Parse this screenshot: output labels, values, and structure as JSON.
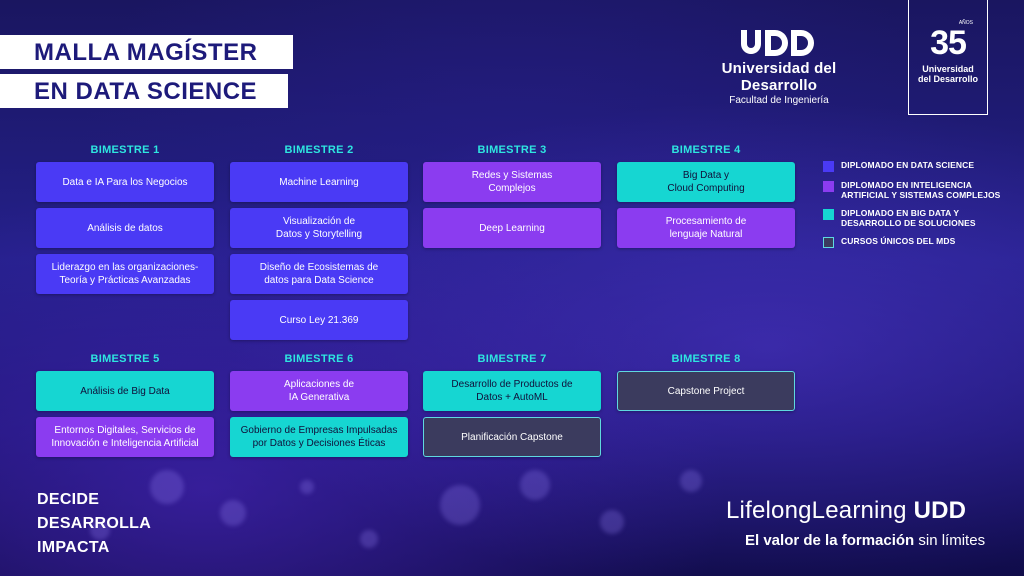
{
  "header": {
    "title_line1": "MALLA MAGÍSTER",
    "title_line2": "EN DATA SCIENCE",
    "university": "Universidad del Desarrollo",
    "faculty": "Facultad de Ingeniería",
    "anniversary_number": "35",
    "anniversary_sub": "AÑOS",
    "anniversary_name_line1": "Universidad",
    "anniversary_name_line2": "del Desarrollo"
  },
  "bimestres": [
    {
      "label": "BIMESTRE 1",
      "courses": [
        {
          "line1": "Data e IA Para los Negocios",
          "line2": "",
          "type": "blue"
        },
        {
          "line1": "Análisis de datos",
          "line2": "",
          "type": "blue"
        },
        {
          "line1": "Liderazgo en las organizaciones-",
          "line2": "Teoría y Prácticas Avanzadas",
          "type": "blue"
        }
      ]
    },
    {
      "label": "BIMESTRE 2",
      "courses": [
        {
          "line1": "Machine Learning",
          "line2": "",
          "type": "blue"
        },
        {
          "line1": "Visualización de",
          "line2": "Datos y Storytelling",
          "type": "blue"
        },
        {
          "line1": "Diseño de Ecosistemas de",
          "line2": "datos para Data Science",
          "type": "blue"
        },
        {
          "line1": "Curso Ley 21.369",
          "line2": "",
          "type": "blue"
        }
      ]
    },
    {
      "label": "BIMESTRE 3",
      "courses": [
        {
          "line1": "Redes y Sistemas",
          "line2": "Complejos",
          "type": "purple"
        },
        {
          "line1": "Deep Learning",
          "line2": "",
          "type": "purple"
        }
      ]
    },
    {
      "label": "BIMESTRE 4",
      "courses": [
        {
          "line1": "Big Data y",
          "line2": "Cloud Computing",
          "type": "teal"
        },
        {
          "line1": "Procesamiento de",
          "line2": "lenguaje Natural",
          "type": "purple"
        }
      ]
    },
    {
      "label": "BIMESTRE 5",
      "courses": [
        {
          "line1": "Análisis de Big Data",
          "line2": "",
          "type": "teal"
        },
        {
          "line1": "Entornos Digitales, Servicios de",
          "line2": "Innovación e Inteligencia Artificial",
          "type": "purple"
        }
      ]
    },
    {
      "label": "BIMESTRE 6",
      "courses": [
        {
          "line1": "Aplicaciones de",
          "line2": "IA Generativa",
          "type": "purple"
        },
        {
          "line1": "Gobierno de Empresas Impulsadas",
          "line2": "por Datos y Decisiones Éticas",
          "type": "teal"
        }
      ]
    },
    {
      "label": "BIMESTRE 7",
      "courses": [
        {
          "line1": "Desarrollo de Productos de",
          "line2": "Datos + AutoML",
          "type": "teal"
        },
        {
          "line1": "Planificación Capstone",
          "line2": "",
          "type": "grey"
        }
      ]
    },
    {
      "label": "BIMESTRE 8",
      "courses": [
        {
          "line1": "Capstone Project",
          "line2": "",
          "type": "grey"
        }
      ]
    }
  ],
  "legend": [
    {
      "line1": "DIPLOMADO EN DATA SCIENCE",
      "line2": "",
      "color": "#4a3af5"
    },
    {
      "line1": "DIPLOMADO EN INTELIGENCIA",
      "line2": "ARTIFICIAL Y SISTEMAS COMPLEJOS",
      "color": "#8b3cf0"
    },
    {
      "line1": "DIPLOMADO EN BIG DATA Y",
      "line2": "DESARROLLO DE SOLUCIONES",
      "color": "#16d6d2"
    },
    {
      "line1": "CURSOS ÚNICOS DEL MDS",
      "line2": "",
      "color": "#3b3b5e"
    }
  ],
  "footer": {
    "slogan": [
      "DECIDE",
      "DESARROLLA",
      "IMPACTA"
    ],
    "lifelong_a": "Lifelong",
    "lifelong_b": "Learning ",
    "lifelong_c": "UDD",
    "tagline_a": "El valor de la formación",
    "tagline_b": " sin límites"
  }
}
